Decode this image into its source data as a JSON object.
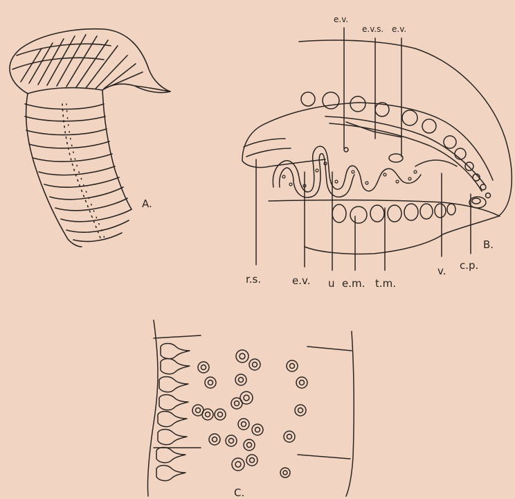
{
  "figures": {
    "A": {
      "label": "A."
    },
    "B": {
      "label": "B.",
      "top_labels": [
        "e.v.",
        "e.v.s.",
        "e.v."
      ],
      "bottom_labels": [
        "r.s.",
        "e.v.",
        "u",
        "e.m.",
        "t.m.",
        "v.",
        "c.p."
      ]
    },
    "C": {
      "label": "C."
    }
  },
  "colors": {
    "paper": "#f1d5c2",
    "ink": "#2a2320"
  }
}
